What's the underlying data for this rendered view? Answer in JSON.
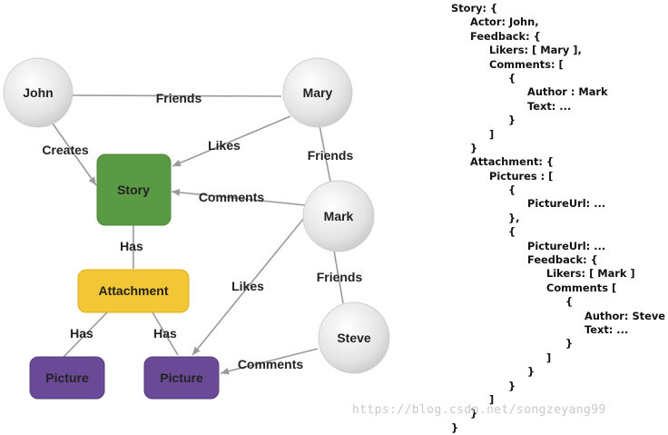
{
  "nodes": {
    "john": "John",
    "mary": "Mary",
    "mark": "Mark",
    "steve": "Steve",
    "story": "Story",
    "attachment": "Attachment",
    "picture1": "Picture",
    "picture2": "Picture"
  },
  "edges": {
    "john_mary": "Friends",
    "john_story": "Creates",
    "mary_story": "Likes",
    "mary_mark": "Friends",
    "mark_story": "Comments",
    "story_attachment": "Has",
    "attachment_picture1": "Has",
    "attachment_picture2": "Has",
    "mark_picture2": "Likes",
    "mark_steve": "Friends",
    "steve_picture2": "Comments"
  },
  "code_lines": [
    "Story: {",
    "Actor: John,",
    "Feedback: {",
    "Likers: [ Mary ],",
    "Comments: [",
    "{",
    "Author : Mark",
    "Text: ...",
    "}",
    "]",
    "}",
    "Attachment: {",
    "Pictures : [",
    "{",
    "PictureUrl: ...",
    "},",
    "{",
    "PictureUrl: ...",
    "Feedback: {",
    "Likers: [ Mark ]",
    "Comments [",
    "{",
    "Author: Steve",
    "Text: ...",
    "}",
    "]",
    "}",
    "}",
    "]",
    "}",
    "}"
  ],
  "watermark": "https://blog.csdn.net/songzeyang99",
  "colors": {
    "story": "#5a9a45",
    "attachment": "#f2c634",
    "picture": "#6a4a96",
    "person": "#e6e6e6",
    "edge": "#9a9a9a"
  }
}
